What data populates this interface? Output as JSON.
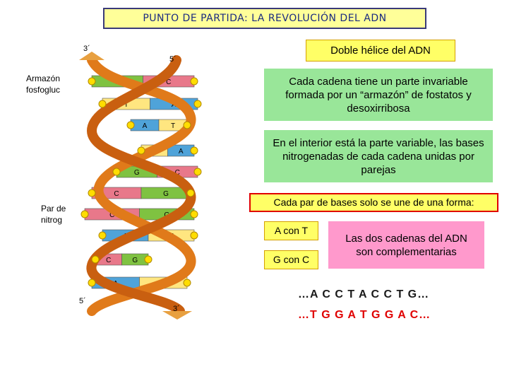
{
  "title": "PUNTO DE PARTIDA: LA REVOLUCIÓN DEL ADN",
  "diagram": {
    "strand_labels": {
      "top_left": "3´",
      "top_right": "5´",
      "bottom_left": "5´",
      "bottom_right": "3´"
    },
    "side_label_top": [
      "Armazón",
      "fosfogluc"
    ],
    "side_label_bottom": [
      "Par de",
      "nitrog"
    ],
    "base_pairs": [
      {
        "left": "G",
        "right": "C"
      },
      {
        "left": "T",
        "right": "A"
      },
      {
        "left": "A",
        "right": "T"
      },
      {
        "left": "T",
        "right": "A"
      },
      {
        "left": "G",
        "right": "C"
      },
      {
        "left": "C",
        "right": "G"
      },
      {
        "left": "C",
        "right": "G"
      },
      {
        "left": "A",
        "right": "T"
      },
      {
        "left": "C",
        "right": "G"
      },
      {
        "left": "A",
        "right": "T"
      }
    ],
    "colors": {
      "G": "#7fc241",
      "C": "#e8788a",
      "T": "#ffe680",
      "A": "#4fa3d9",
      "strand": "#e07a1a",
      "node": "#ffdd00"
    }
  },
  "boxes": {
    "double_helix": "Doble hélice del ADN",
    "backbone": "Cada cadena tiene un parte invariable formada por un “armazón” de fostatos y desoxirribosa",
    "interior": "En el interior está la parte variable, las bases nitrogenadas de cada cadena unidas por parejas",
    "pairing_rule": "Cada par de bases solo se une de una forma:",
    "a_t": "A con T",
    "g_c": "G con C",
    "complementary": "Las dos cadenas del ADN son complementarias"
  },
  "sequences": {
    "strand1": "…A C C T A C C T G…",
    "strand2": "…T G G A T G G A C…"
  }
}
